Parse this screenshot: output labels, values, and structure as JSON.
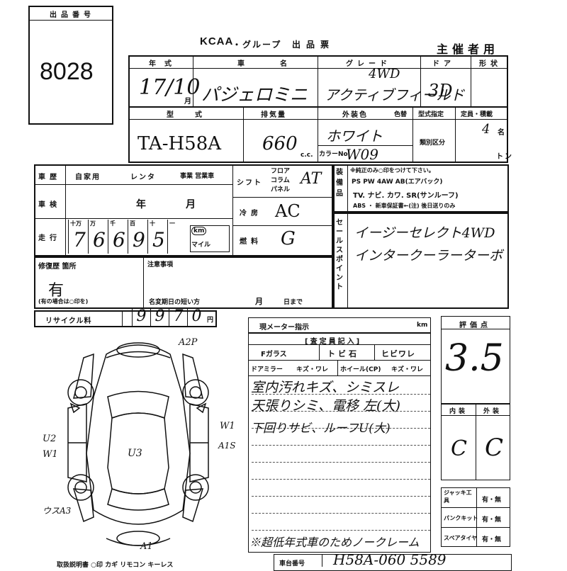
{
  "lot": {
    "label": "出品番号",
    "number": "8028"
  },
  "header": {
    "brand": "KCAA",
    "group": "・グループ",
    "title": "出品票",
    "usage": "主催者用"
  },
  "vehicle": {
    "year_label": "年式",
    "year": "17/10",
    "month_unit": "月",
    "name_label": "車名",
    "name": "パジェロミニ",
    "grade_label": "グレード",
    "grade_top": "4WD",
    "grade": "アクティブフィールド",
    "doors_label": "ドア",
    "doors": "3D",
    "shape_label": "形状",
    "model_label": "型式",
    "model": "TA-H58A",
    "cc_label": "排気量",
    "cc": "660",
    "cc_unit": "c.c.",
    "color_label": "外装色",
    "color": "ホワイト",
    "color_code_label": "カラーNo.",
    "color_code": "W09",
    "color_swatch_label": "色替",
    "designation_label": "型式指定",
    "capacity_label": "定員・積載",
    "capacity": "4",
    "capacity_unit": "名",
    "category_label": "類別区分",
    "load_unit": "トン"
  },
  "usage": {
    "label": "車歴",
    "options": [
      "自家用",
      "レンタ",
      "事業 営業車"
    ]
  },
  "inspection": {
    "label": "車検",
    "year_unit": "年",
    "month_unit": "月"
  },
  "mileage": {
    "label": "走行",
    "units": [
      "十万",
      "万",
      "千",
      "百",
      "十",
      "一"
    ],
    "digits": [
      "7",
      "6",
      "6",
      "9",
      "5"
    ],
    "km": "km",
    "mile": "マイル"
  },
  "shift": {
    "label": "シフト",
    "options": [
      "フロア",
      "コラム",
      "パネル"
    ],
    "value": "AT"
  },
  "ac": {
    "label": "冷房",
    "value": "AC"
  },
  "fuel": {
    "label": "燃料",
    "value": "G"
  },
  "equipment": {
    "label": "装備品",
    "note": "※純正のみ○印をつけて下さい。",
    "line1": "PS  PW  4AW  AB(エアバック)",
    "line2": "TV. ナビ. カワ. SR(サンルーフ)",
    "line3": "ABS ・ 新車保証書←(注) 後日送りのみ"
  },
  "sales_point": {
    "label": "セールスポイント",
    "lines": [
      "イージーセレクト4WD",
      "インタークーラーターボ"
    ]
  },
  "repair": {
    "label": "修復歴 箇所",
    "value": "有",
    "note": "(有の場合は○印を)"
  },
  "notes": {
    "label": "注意事項",
    "deadline": "名変期日の短い方",
    "date_month": "月",
    "date_day": "日まで"
  },
  "recycle": {
    "label": "リサイクル料",
    "digits": [
      "9",
      "9",
      "7",
      "0"
    ],
    "unit": "円"
  },
  "meter": {
    "label": "現メーター指示",
    "unit": "km"
  },
  "appraiser": {
    "label": "[査定員記入]",
    "glass": "Fガラス",
    "glass_items": [
      "トビ石",
      "ヒビワレ"
    ],
    "mirror": "ドアミラー",
    "mirror_opts": "キズ・ワレ",
    "wheel": "ホイール(CP)",
    "wheel_opts": "キズ・ワレ",
    "lines": [
      "室内汚れキズ、シミスレ",
      "天張りシミ、電移 左(大)",
      "下回りサビ、ルーフU(大)"
    ],
    "footer": "※超低年式車のためノークレーム"
  },
  "score": {
    "label": "評価点",
    "value": "3.5"
  },
  "interior": {
    "label": "内装",
    "value": "C"
  },
  "exterior": {
    "label": "外装",
    "value": "C"
  },
  "tools": [
    {
      "label": "ジャッキ工具",
      "value": "有・無"
    },
    {
      "label": "パンクキット",
      "value": "有・無"
    },
    {
      "label": "スペアタイヤ",
      "value": "有・無"
    }
  ],
  "diagram": {
    "marks": [
      "A2P",
      "W1",
      "A1",
      "U2",
      "W1",
      "U3",
      "A1S",
      "ウスA3"
    ]
  },
  "bottom": {
    "text": "取扱説明書 ○印 カギ リモコン キーレス",
    "chassis_label": "車台番号",
    "chassis": "H58A-060 5589"
  }
}
